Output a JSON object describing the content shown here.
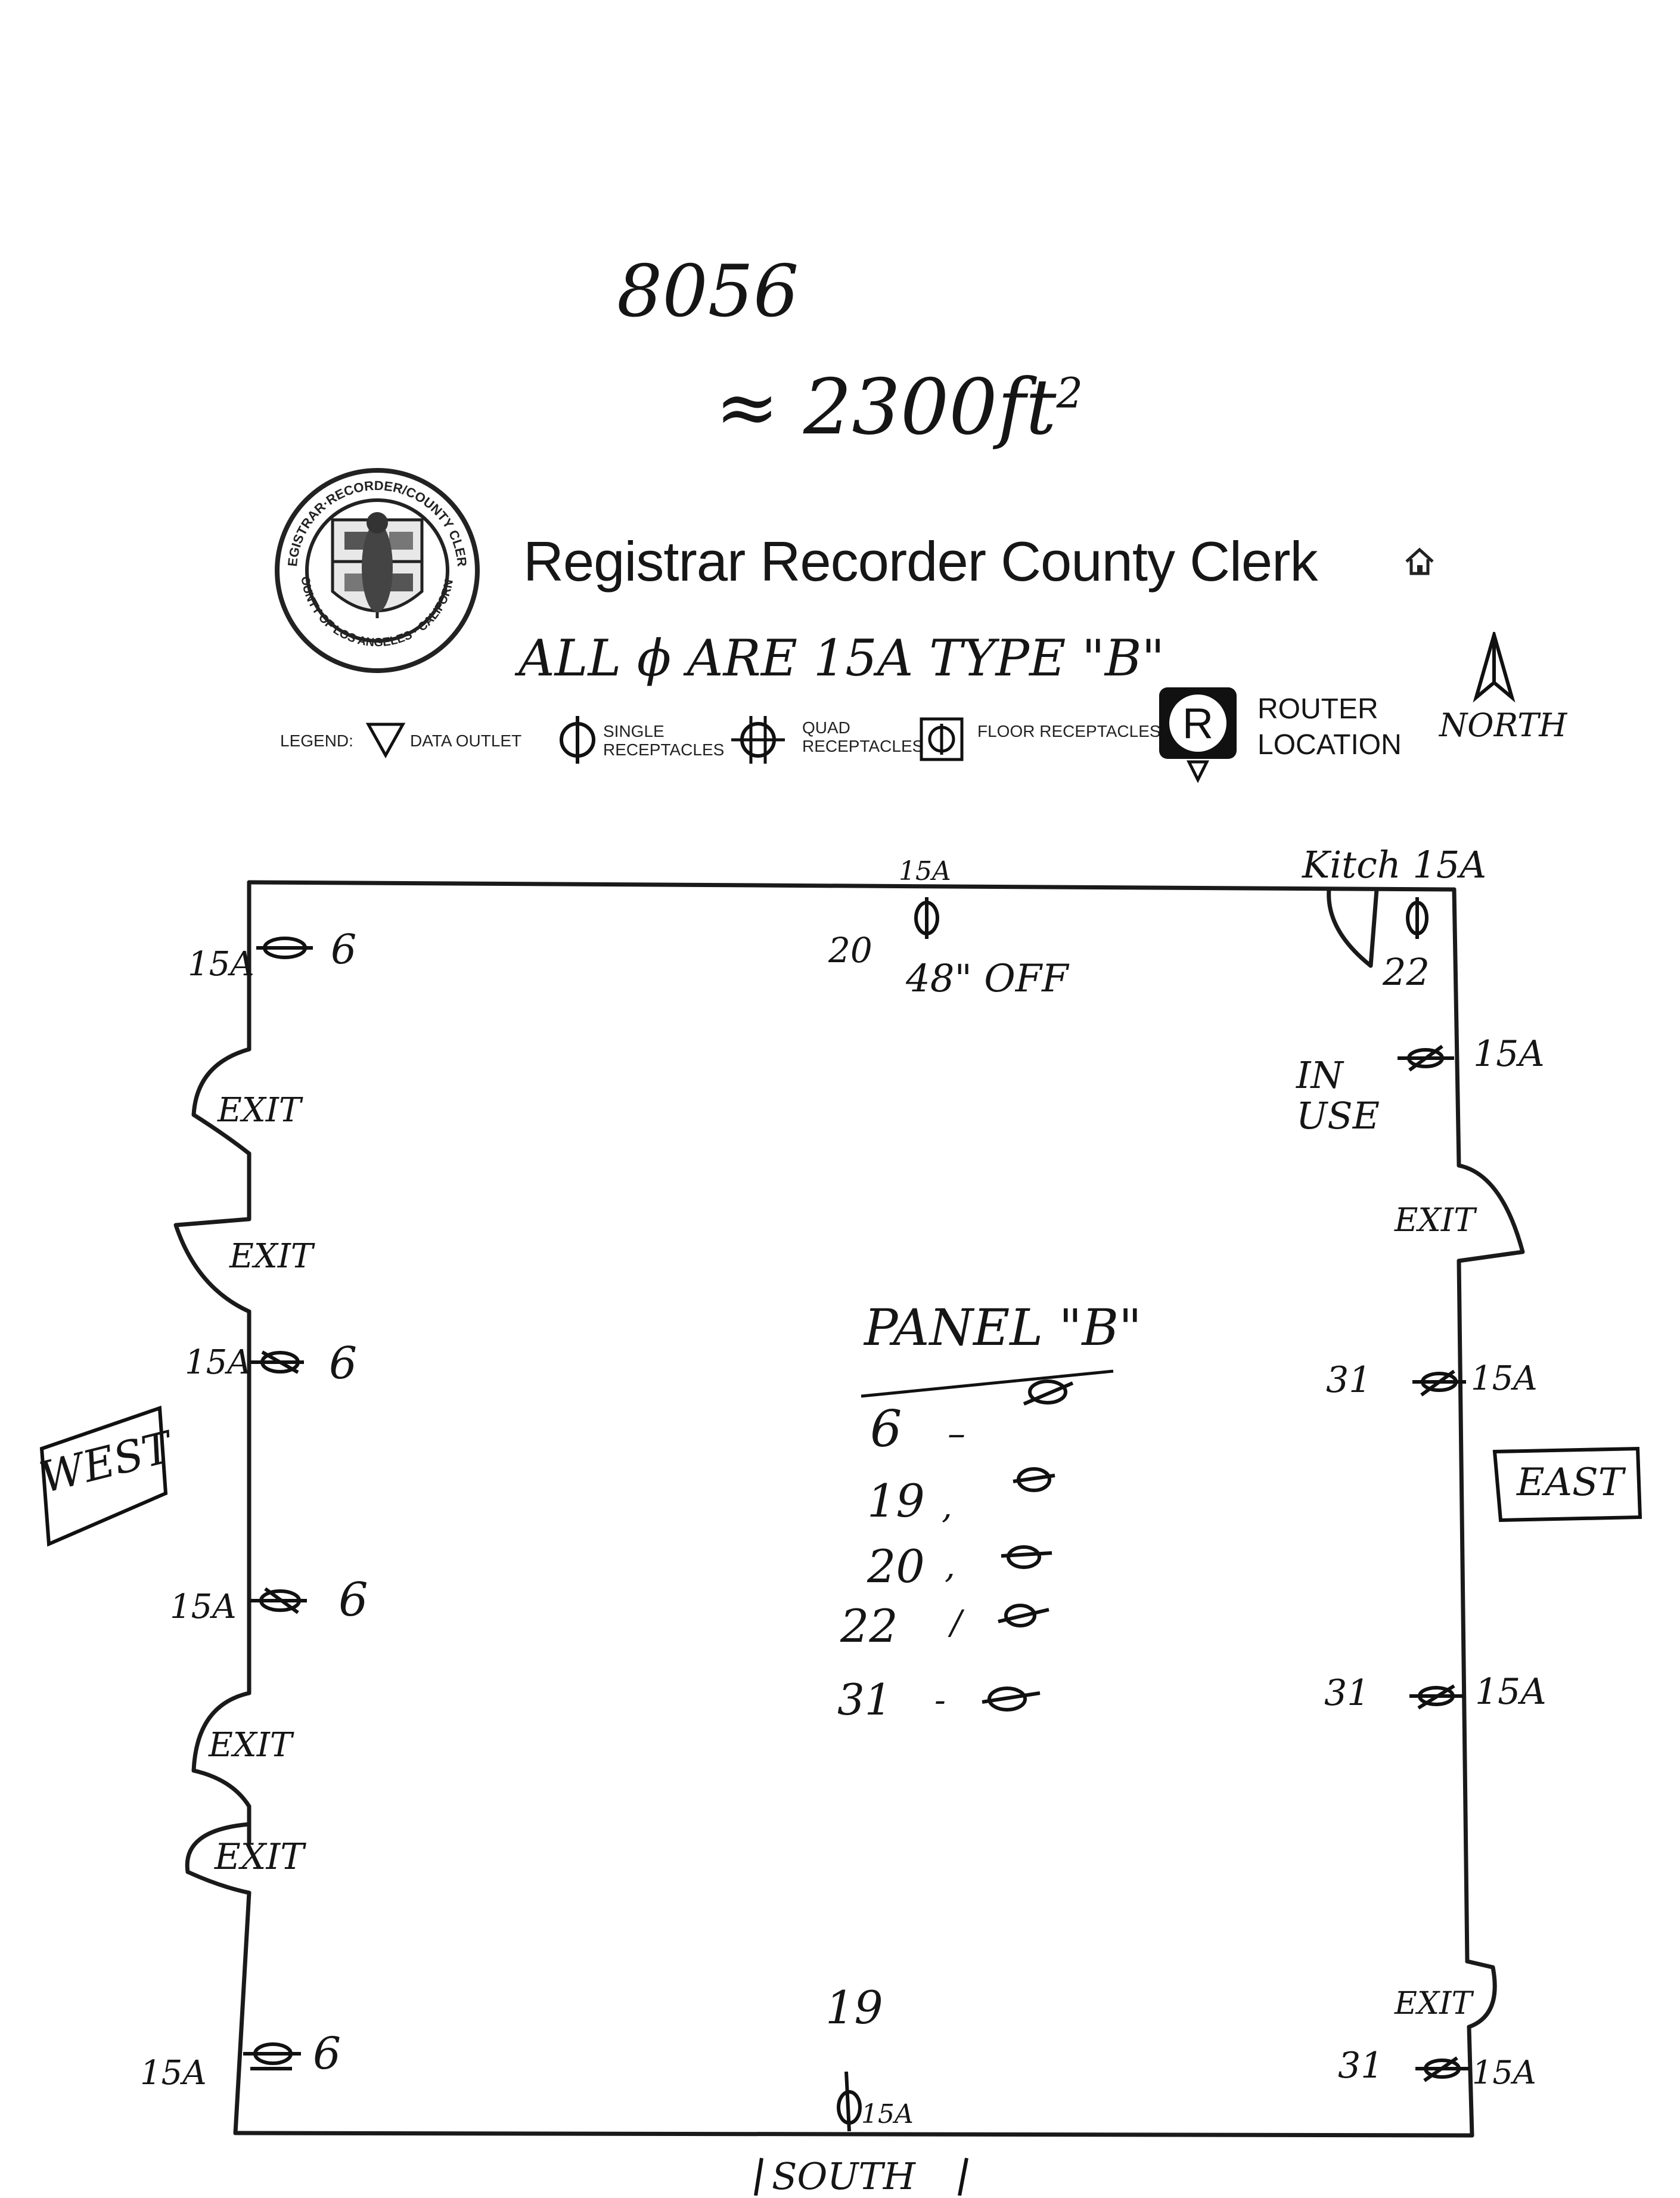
{
  "header": {
    "note_number": "8056",
    "area_note": "≈ 2300ft",
    "area_exp": "2",
    "title": "Registrar Recorder County Clerk",
    "breaker_note": "ALL ϕ ARE 15A TYPE \"B\"",
    "north_label": "NORTH"
  },
  "seal": {
    "top_text": "REGISTRAR·RECORDER/COUNTY CLERK",
    "bottom_text": "COUNTY OF LOS ANGELES · CALIFORNIA"
  },
  "legend": {
    "label": "LEGEND:",
    "data_outlet": "DATA OUTLET",
    "single": "SINGLE RECEPTACLES",
    "quad": "QUAD RECEPTACLES",
    "floor": "FLOOR RECEPTACLES",
    "router_letter": "R",
    "router_line1": "ROUTER",
    "router_line2": "LOCATION"
  },
  "directions": {
    "west": "WEST",
    "east": "EAST",
    "south": "SOUTH"
  },
  "walls": {
    "north_rating": "15A",
    "north_circuit": "20",
    "north_note": "48\" OFF",
    "kitchen": "Kitch 15A",
    "kitchen_circuit": "22",
    "in_use": "IN USE",
    "exit": "EXIT"
  },
  "west_outlets": [
    {
      "rating": "15A",
      "circuit": "6"
    },
    {
      "rating": "15A",
      "circuit": "6"
    },
    {
      "rating": "15A",
      "circuit": "6"
    },
    {
      "rating": "15A",
      "circuit": "6"
    }
  ],
  "east_outlets": [
    {
      "circuit": "",
      "rating": "15A"
    },
    {
      "circuit": "31",
      "rating": "15A"
    },
    {
      "circuit": "31",
      "rating": "15A"
    },
    {
      "circuit": "31",
      "rating": "15A"
    }
  ],
  "south_outlet": {
    "circuit": "19",
    "rating": "15A"
  },
  "panel": {
    "title": "PANEL \"B\"",
    "circuits": [
      "6",
      "19",
      "20",
      "22",
      "31"
    ]
  }
}
